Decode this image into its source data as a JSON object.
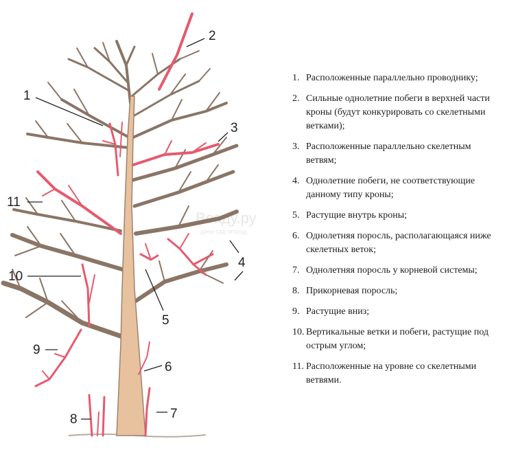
{
  "figure": {
    "labels": [
      "1",
      "2",
      "3",
      "4",
      "5",
      "6",
      "7",
      "8",
      "9",
      "10",
      "11"
    ],
    "watermark": {
      "name": "Всаду.ру",
      "tagline": "дача сад огород"
    },
    "colors": {
      "trunk": "#e8c29e",
      "branch": "#8a7566",
      "highlight": "#e65a6e",
      "pointer": "#222222"
    }
  },
  "legend": {
    "items": [
      {
        "num": "1.",
        "text": "Расположенные параллельно проводнику;"
      },
      {
        "num": "2.",
        "text": "Сильные однолетние побеги в верхней части кроны (будут конкурировать со скелетными ветками);"
      },
      {
        "num": "3.",
        "text": "Расположенные параллельно скелетным ветвям;"
      },
      {
        "num": "4.",
        "text": "Однолетние побеги, не соответствующие данному типу кроны;"
      },
      {
        "num": "5.",
        "text": "Растущие внутрь кроны;"
      },
      {
        "num": "6.",
        "text": "Однолетняя поросль, располагающаяся ниже скелетных веток;"
      },
      {
        "num": "7.",
        "text": "Однолетняя поросль у корневой системы;"
      },
      {
        "num": "8.",
        "text": "Прикорневая поросль;"
      },
      {
        "num": "9.",
        "text": "Растущие вниз;"
      },
      {
        "num": "10.",
        "text": "Вертикальные ветки и побеги, растущие под острым углом;"
      },
      {
        "num": "11.",
        "text": "Расположенные на уровне со скелетными ветвями."
      }
    ]
  }
}
